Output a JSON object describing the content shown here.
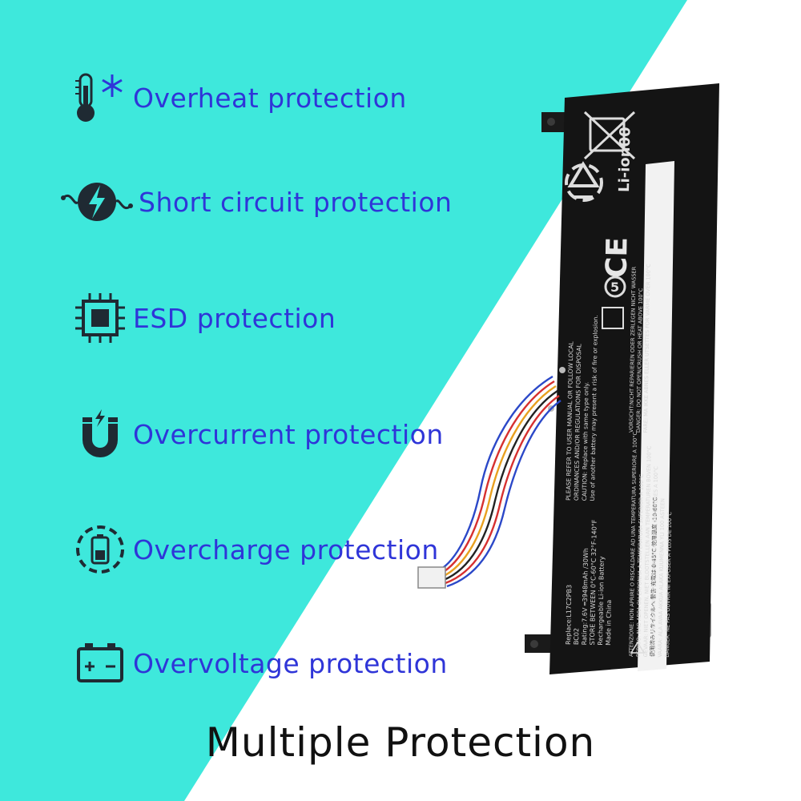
{
  "colors": {
    "accent_bg": "#3ee8dc",
    "feature_text": "#2f35d8",
    "icon": "#1f2a33",
    "battery": "#141414"
  },
  "features": [
    {
      "icon": "thermometer-snowflake-icon",
      "label": "Overheat protection"
    },
    {
      "icon": "lightning-circuit-icon",
      "label": "Short circuit protection"
    },
    {
      "icon": "chip-icon",
      "label": "ESD protection"
    },
    {
      "icon": "magnet-bolt-icon",
      "label": "Overcurrent protection"
    },
    {
      "icon": "battery-charge-icon",
      "label": "Overcharge protection"
    },
    {
      "icon": "car-battery-icon",
      "label": "Overvoltage protection"
    }
  ],
  "title": "Multiple Protection",
  "battery_label": {
    "chemistry": "Li-ion00",
    "ce_mark": "CE",
    "replace": "Replace:L17C2PB3",
    "code": "BC02",
    "rating": "Rating:7.6V ═3948mAh /30Wh",
    "store": "STORE BETWEEN 0°C-60°C 32°F-140°F",
    "rechargeable": "Rechargeable Li-ion Battery",
    "made_in": "Made in China",
    "warning_lines": [
      "PLEASE REFER TO USER MANUAL OR FOLLOW LOCAL",
      "ORDINANCES AND/OR REGULATIONS FOR DISPOSAL",
      "CAUTION: Replace with same type only.",
      "Use of another battery may present a risk of fire or explosion."
    ],
    "danger_lines": [
      "VORSICHT:NICHT REPARIEREN ODER ZERLEGEN NICHT WASSER",
      "DANGER: DO NOT OPEN/CRUSH OR HEAT ABOVE 100°C",
      "FARE: MA IKKE ABNES ELLER UTSETTES FOR VARME OVER 100°C",
      "ATTENZIONE: NON APRIRE O RISCALDARE AD UNA TEMPERATURA SUPERIORE A 100°C",
      "PERIGO: NAO ABRA OU EXPONHA A TEMPERATURA SUPERIOR A 100°C",
      "GEVAAR: NIET OPENEN, NIET BLOOTSTELLEN AAN TEMPERATUREN BOVEN 100°C",
      "PELIGRO: NO ABRIR NI EXPONER A TEMPERATURAS SUPERIORES A 100°C",
      "VAARA: ALA AVAA AKKUA ALAKA KUUMENNA YLI 100 ASTEEN",
      "DANGER: NE PAS OUVRIR NI EXPOSER A PLUS DE 100°C"
    ]
  }
}
